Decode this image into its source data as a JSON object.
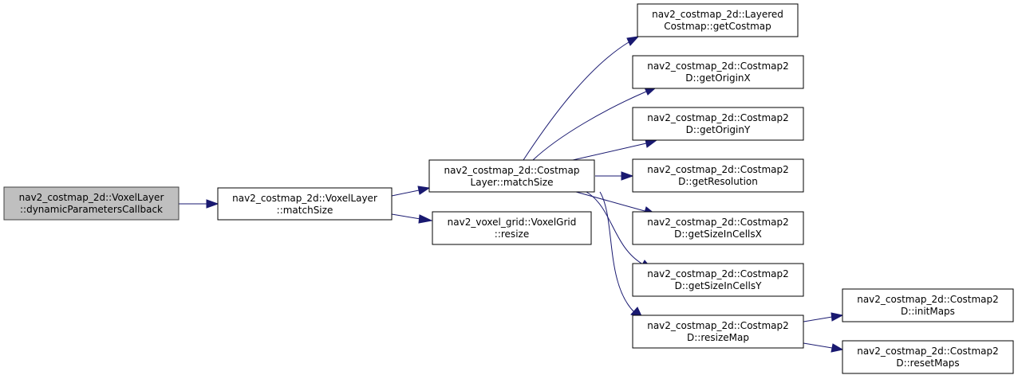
{
  "graph": {
    "nodes": [
      {
        "id": "dpc",
        "line1": "nav2_costmap_2d::VoxelLayer",
        "line2": "::dynamicParametersCallback",
        "highlight": true
      },
      {
        "id": "vl_match",
        "line1": "nav2_costmap_2d::VoxelLayer",
        "line2": "::matchSize"
      },
      {
        "id": "cl_match",
        "line1": "nav2_costmap_2d::Costmap",
        "line2": "Layer::matchSize"
      },
      {
        "id": "vg_resize",
        "line1": "nav2_voxel_grid::VoxelGrid",
        "line2": "::resize"
      },
      {
        "id": "get_costmap",
        "line1": "nav2_costmap_2d::Layered",
        "line2": "Costmap::getCostmap"
      },
      {
        "id": "get_ox",
        "line1": "nav2_costmap_2d::Costmap2",
        "line2": "D::getOriginX"
      },
      {
        "id": "get_oy",
        "line1": "nav2_costmap_2d::Costmap2",
        "line2": "D::getOriginY"
      },
      {
        "id": "get_res",
        "line1": "nav2_costmap_2d::Costmap2",
        "line2": "D::getResolution"
      },
      {
        "id": "get_sx",
        "line1": "nav2_costmap_2d::Costmap2",
        "line2": "D::getSizeInCellsX"
      },
      {
        "id": "get_sy",
        "line1": "nav2_costmap_2d::Costmap2",
        "line2": "D::getSizeInCellsY"
      },
      {
        "id": "resize_map",
        "line1": "nav2_costmap_2d::Costmap2",
        "line2": "D::resizeMap"
      },
      {
        "id": "init_maps",
        "line1": "nav2_costmap_2d::Costmap2",
        "line2": "D::initMaps"
      },
      {
        "id": "reset_maps",
        "line1": "nav2_costmap_2d::Costmap2",
        "line2": "D::resetMaps"
      }
    ],
    "edges": [
      {
        "from": "dpc",
        "to": "vl_match"
      },
      {
        "from": "vl_match",
        "to": "cl_match"
      },
      {
        "from": "vl_match",
        "to": "vg_resize"
      },
      {
        "from": "cl_match",
        "to": "get_costmap"
      },
      {
        "from": "cl_match",
        "to": "get_ox"
      },
      {
        "from": "cl_match",
        "to": "get_oy"
      },
      {
        "from": "cl_match",
        "to": "get_res"
      },
      {
        "from": "cl_match",
        "to": "get_sx"
      },
      {
        "from": "cl_match",
        "to": "get_sy"
      },
      {
        "from": "cl_match",
        "to": "resize_map"
      },
      {
        "from": "resize_map",
        "to": "init_maps"
      },
      {
        "from": "resize_map",
        "to": "reset_maps"
      }
    ]
  }
}
